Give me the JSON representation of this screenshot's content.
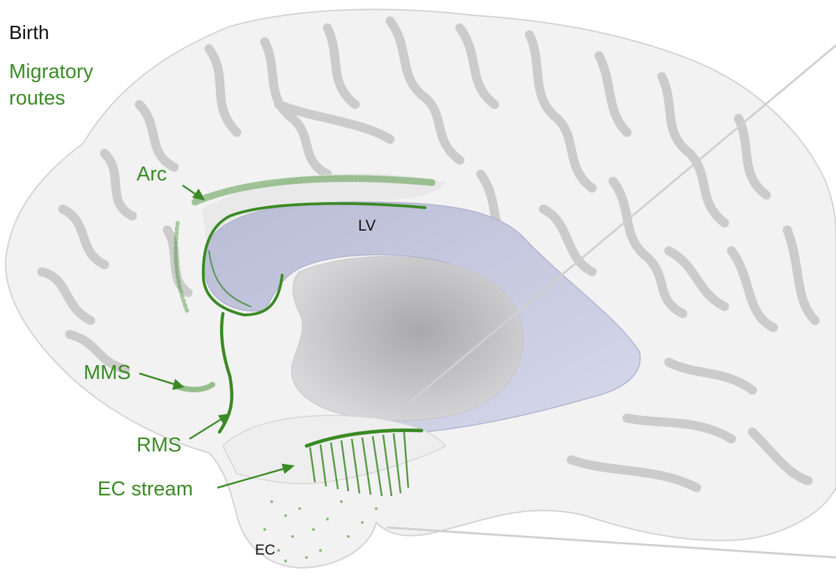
{
  "header": {
    "title": "Birth",
    "subtitle": "Migratory routes"
  },
  "labels": {
    "arc": "Arc",
    "mms": "MMS",
    "rms": "RMS",
    "ec_stream": "EC stream",
    "lv": "LV",
    "ec": "EC"
  },
  "colors": {
    "stream_green": "#3a8a25",
    "brain_fill": "#f2f2f2",
    "sulcus_gray": "#c9c9c9",
    "ventricle": "#c9cbe0",
    "label_black": "#111111"
  }
}
